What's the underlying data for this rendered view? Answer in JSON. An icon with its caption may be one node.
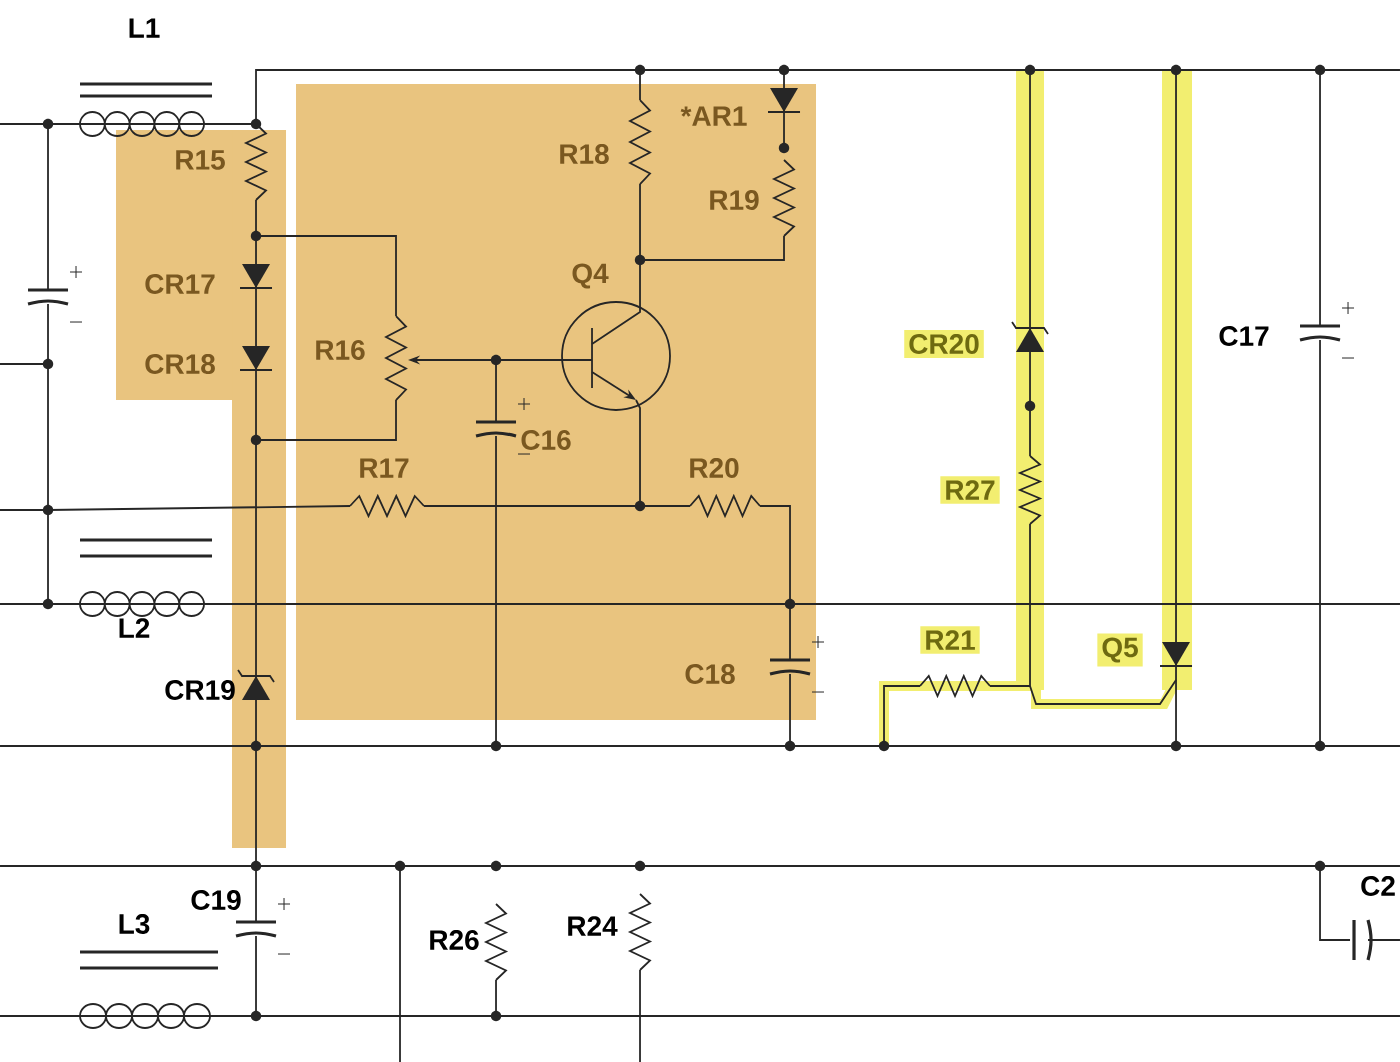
{
  "diagram": {
    "labels": [
      "L1",
      "R15",
      "*AR1",
      "R18",
      "R19",
      "CR17",
      "Q4",
      "CR20",
      "C17",
      "R16",
      "CR18",
      "C16",
      "R17",
      "R20",
      "R27",
      "L2",
      "R21",
      "Q5",
      "C18",
      "CR19",
      "C19",
      "L3",
      "R26",
      "R24",
      "C2"
    ]
  }
}
